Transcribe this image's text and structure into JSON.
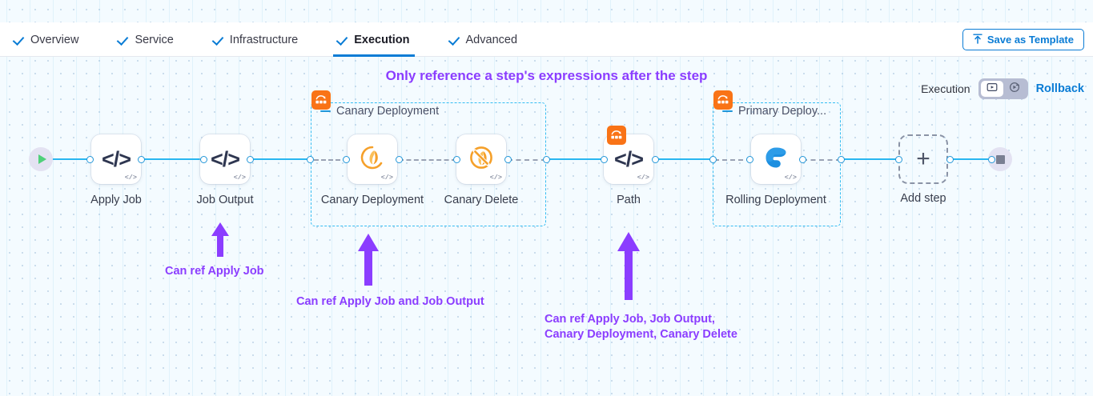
{
  "header": {
    "tabs": [
      {
        "label": "Overview",
        "active": false,
        "icon": "check-icon"
      },
      {
        "label": "Service",
        "active": false,
        "icon": "check-icon"
      },
      {
        "label": "Infrastructure",
        "active": false,
        "icon": "check-icon"
      },
      {
        "label": "Execution",
        "active": true,
        "icon": "check-icon"
      },
      {
        "label": "Advanced",
        "active": false,
        "icon": "check-icon"
      }
    ],
    "save_template_label": "Save as Template",
    "save_template_icon": "upload-icon"
  },
  "controls": {
    "execution_label": "Execution",
    "toggle_left_icon": "execution-view-icon",
    "toggle_right_icon": "rollback-view-icon",
    "toggle_selected": "left",
    "rollback_label": "Rollback"
  },
  "banner": {
    "text": "Only reference a step's expressions after the step"
  },
  "pipeline": {
    "start_node": {
      "name": "start-node",
      "icon": "play-icon"
    },
    "end_node": {
      "name": "end-node",
      "icon": "stop-icon"
    },
    "nodes": [
      {
        "id": "apply-job",
        "label": "Apply Job",
        "icon": "code-icon",
        "badge": "code-badge"
      },
      {
        "id": "job-output",
        "label": "Job Output",
        "icon": "code-icon",
        "badge": "code-badge"
      },
      {
        "id": "canary-deployment",
        "label": "Canary\nDeployment",
        "icon": "kubernetes-canary-icon",
        "badge": "code-badge"
      },
      {
        "id": "canary-delete",
        "label": "Canary Delete",
        "icon": "kubernetes-canary-delete-icon",
        "badge": "code-badge"
      },
      {
        "id": "path",
        "label": "Path",
        "icon": "code-icon",
        "badge": "code-badge"
      },
      {
        "id": "rolling-deployment",
        "label": "Rolling\nDeployment",
        "icon": "rolling-deployment-icon",
        "badge": "code-badge"
      }
    ],
    "groups": [
      {
        "id": "canary-deployment-group",
        "title": "Canary Deployment",
        "badge_icon": "step-group-icon"
      },
      {
        "id": "primary-deployment-group",
        "title": "Primary Deploy...",
        "badge_icon": "step-group-icon"
      }
    ],
    "add_step": {
      "label": "Add step",
      "icon": "plus-icon"
    }
  },
  "annotations": [
    {
      "id": "anno-apply-job",
      "text": "Can ref Apply Job"
    },
    {
      "id": "anno-canary-deployment",
      "text": "Can ref Apply Job and Job Output"
    },
    {
      "id": "anno-path",
      "text": "Can ref Apply Job, Job Output,\nCanary Deployment, Canary Delete"
    }
  ],
  "colors": {
    "accent_blue": "#0a7cd5",
    "edge_blue": "#29b6f0",
    "group_border": "#35bdf2",
    "annotation_purple": "#8b3dff",
    "group_badge_orange": "#f97316",
    "canary_orange": "#f5a02a"
  }
}
